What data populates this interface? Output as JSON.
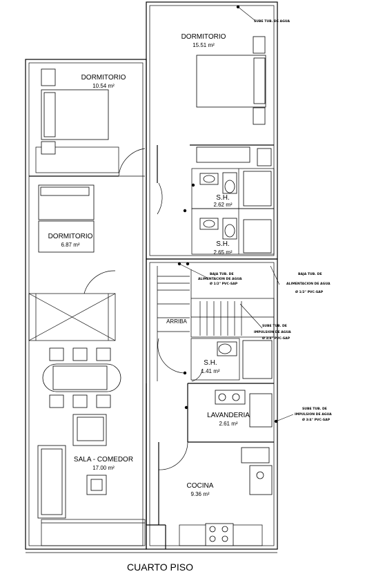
{
  "plan_title": "CUARTO PISO",
  "rooms": [
    {
      "name": "DORMITORIO",
      "area": "15.51 m²"
    },
    {
      "name": "DORMITORIO",
      "area": "10.54 m²"
    },
    {
      "name": "DORMITORIO",
      "area": "6.87 m²"
    },
    {
      "name": "S.H.",
      "area": "2.62 m²"
    },
    {
      "name": "S.H.",
      "area": "2.65 m²"
    },
    {
      "name": "S.H.",
      "area": "1.41 m²"
    },
    {
      "name": "LAVANDERIA",
      "area": "2.61 m²"
    },
    {
      "name": "SALA - COMEDOR",
      "area": "17.00 m²"
    },
    {
      "name": "COCINA",
      "area": "9.36 m²"
    }
  ],
  "stair_label": "ARRIBA",
  "notes": [
    {
      "lines": [
        "SUBE TUB. DE AGUA"
      ]
    },
    {
      "lines": [
        "BAJA TUB. DE",
        "ALIMENTACION DE AGUA",
        "Ø 1/2\" PVC-SAP"
      ]
    },
    {
      "lines": [
        "BAJA TUB. DE",
        "ALIMENTACION DE AGUA",
        "Ø 1/2\" PVC-SAP"
      ]
    },
    {
      "lines": [
        "SUBE TUB. DE",
        "IMPULSION DE AGUA",
        "Ø 3/4\" PVC-SAP"
      ]
    },
    {
      "lines": [
        "SUBE TUB. DE",
        "IMPULSION DE AGUA",
        "Ø 3/4\" PVC-SAP"
      ]
    }
  ]
}
